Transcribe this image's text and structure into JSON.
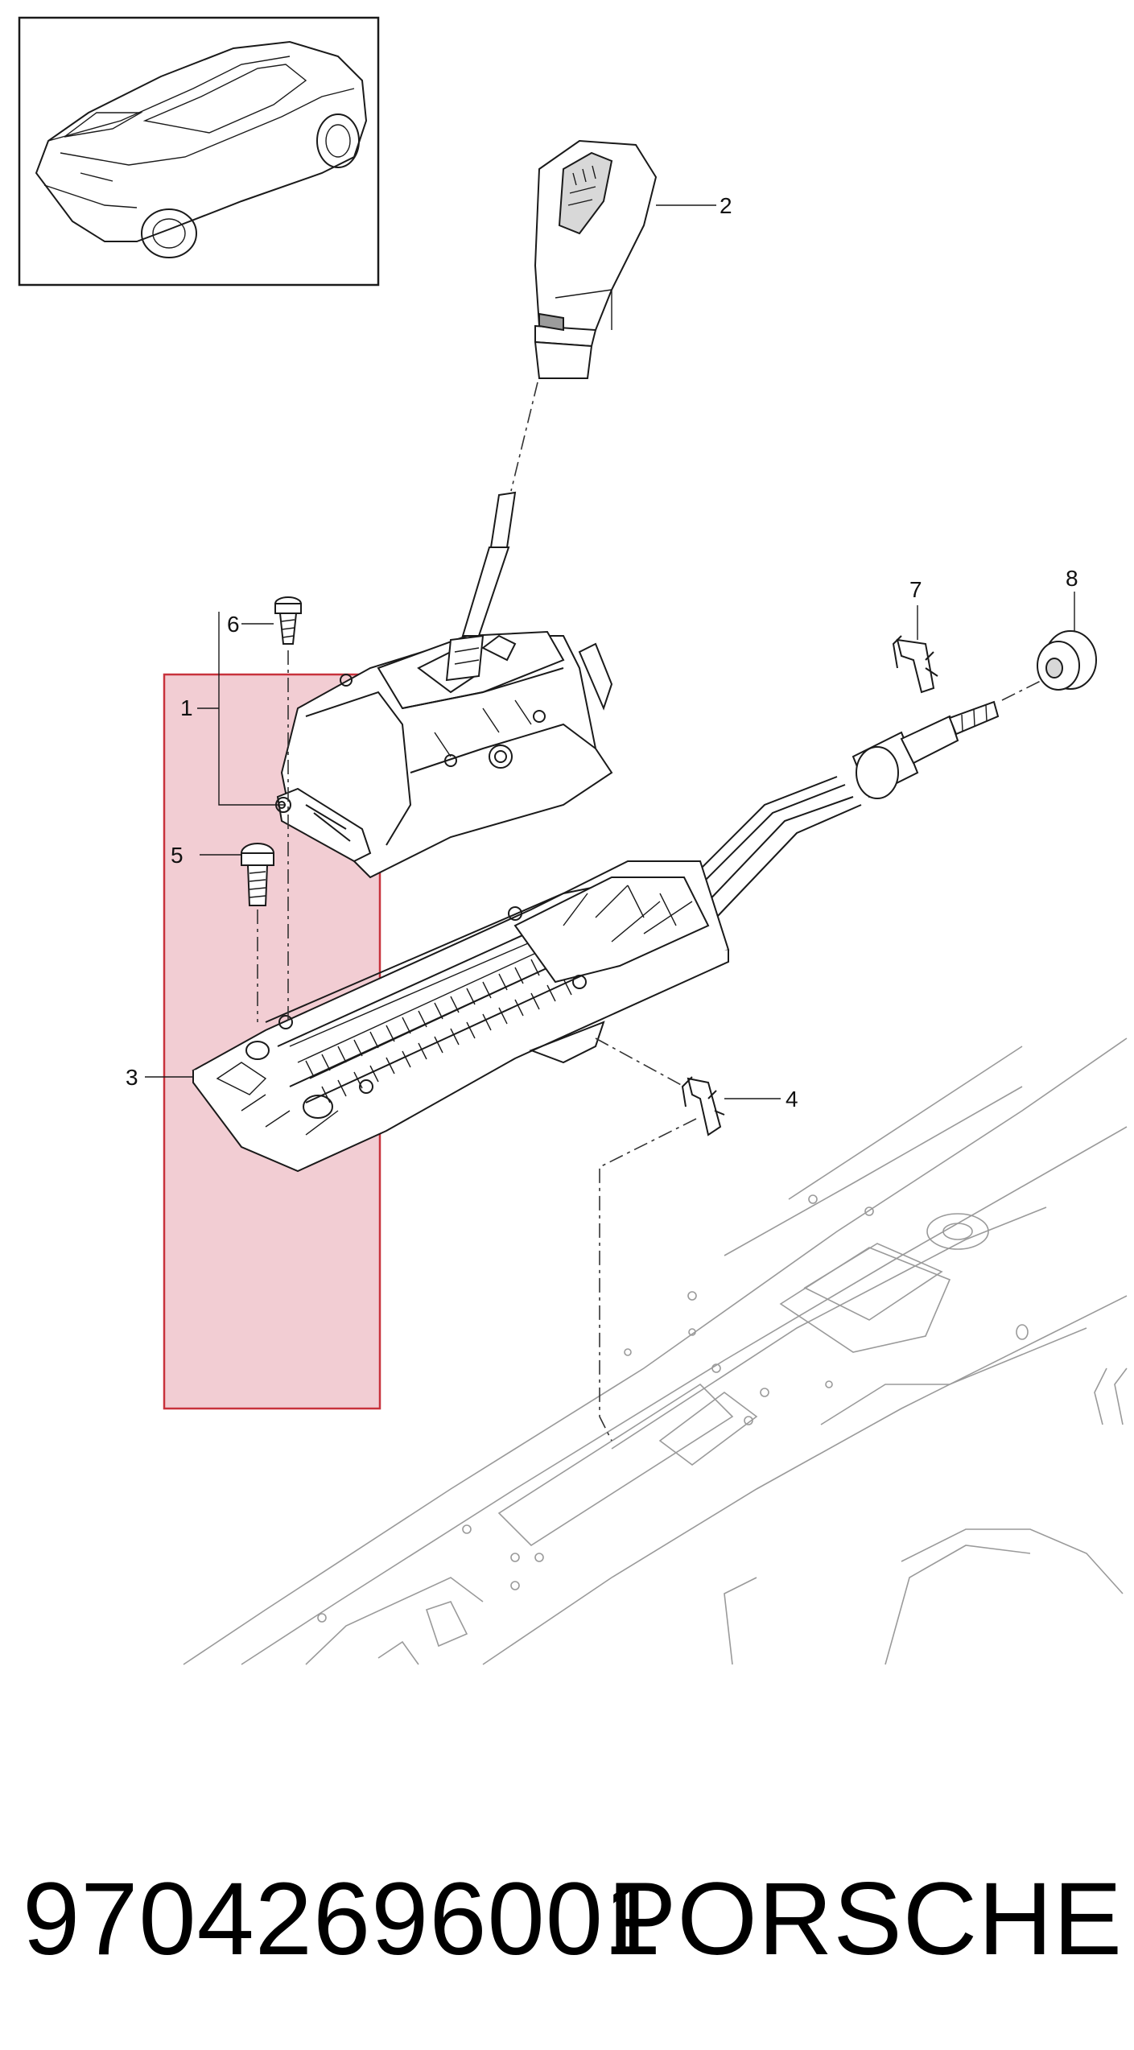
{
  "callouts": [
    {
      "id": "1",
      "label": "1"
    },
    {
      "id": "2",
      "label": "2"
    },
    {
      "id": "3",
      "label": "3"
    },
    {
      "id": "4",
      "label": "4"
    },
    {
      "id": "5",
      "label": "5"
    },
    {
      "id": "6",
      "label": "6"
    },
    {
      "id": "7",
      "label": "7"
    },
    {
      "id": "8",
      "label": "8"
    }
  ],
  "highlight_color": "#e8a4ae",
  "highlight_border": "#c8323c",
  "footer": {
    "part_number": "97042696001",
    "brand": "PORSCHE"
  }
}
